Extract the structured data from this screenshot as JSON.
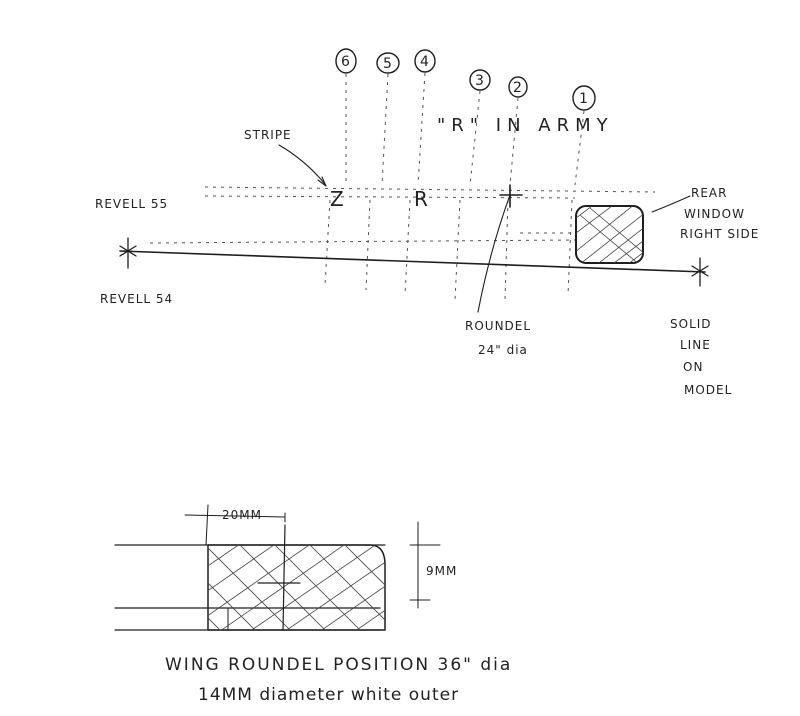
{
  "station_markers": [
    "6",
    "5",
    "4",
    "3",
    "2",
    "1"
  ],
  "labels": {
    "r_in_army": "\"R\" IN ARMY",
    "stripe": "STRIPE",
    "letter_z": "Z",
    "letter_r": "R",
    "revell_55": "REVELL 55",
    "revell_54": "REVELL 54",
    "rear_window": [
      "REAR",
      "WINDOW",
      "RIGHT SIDE"
    ],
    "roundel": [
      "ROUNDEL",
      "24\" dia"
    ],
    "solid_line": [
      "SOLID",
      "LINE",
      "ON",
      "MODEL"
    ]
  },
  "wing": {
    "dim_width": "20MM",
    "dim_height": "9MM",
    "caption_line1": "WING ROUNDEL POSITION 36\" dia",
    "caption_line2": "14MM diameter white outer"
  }
}
